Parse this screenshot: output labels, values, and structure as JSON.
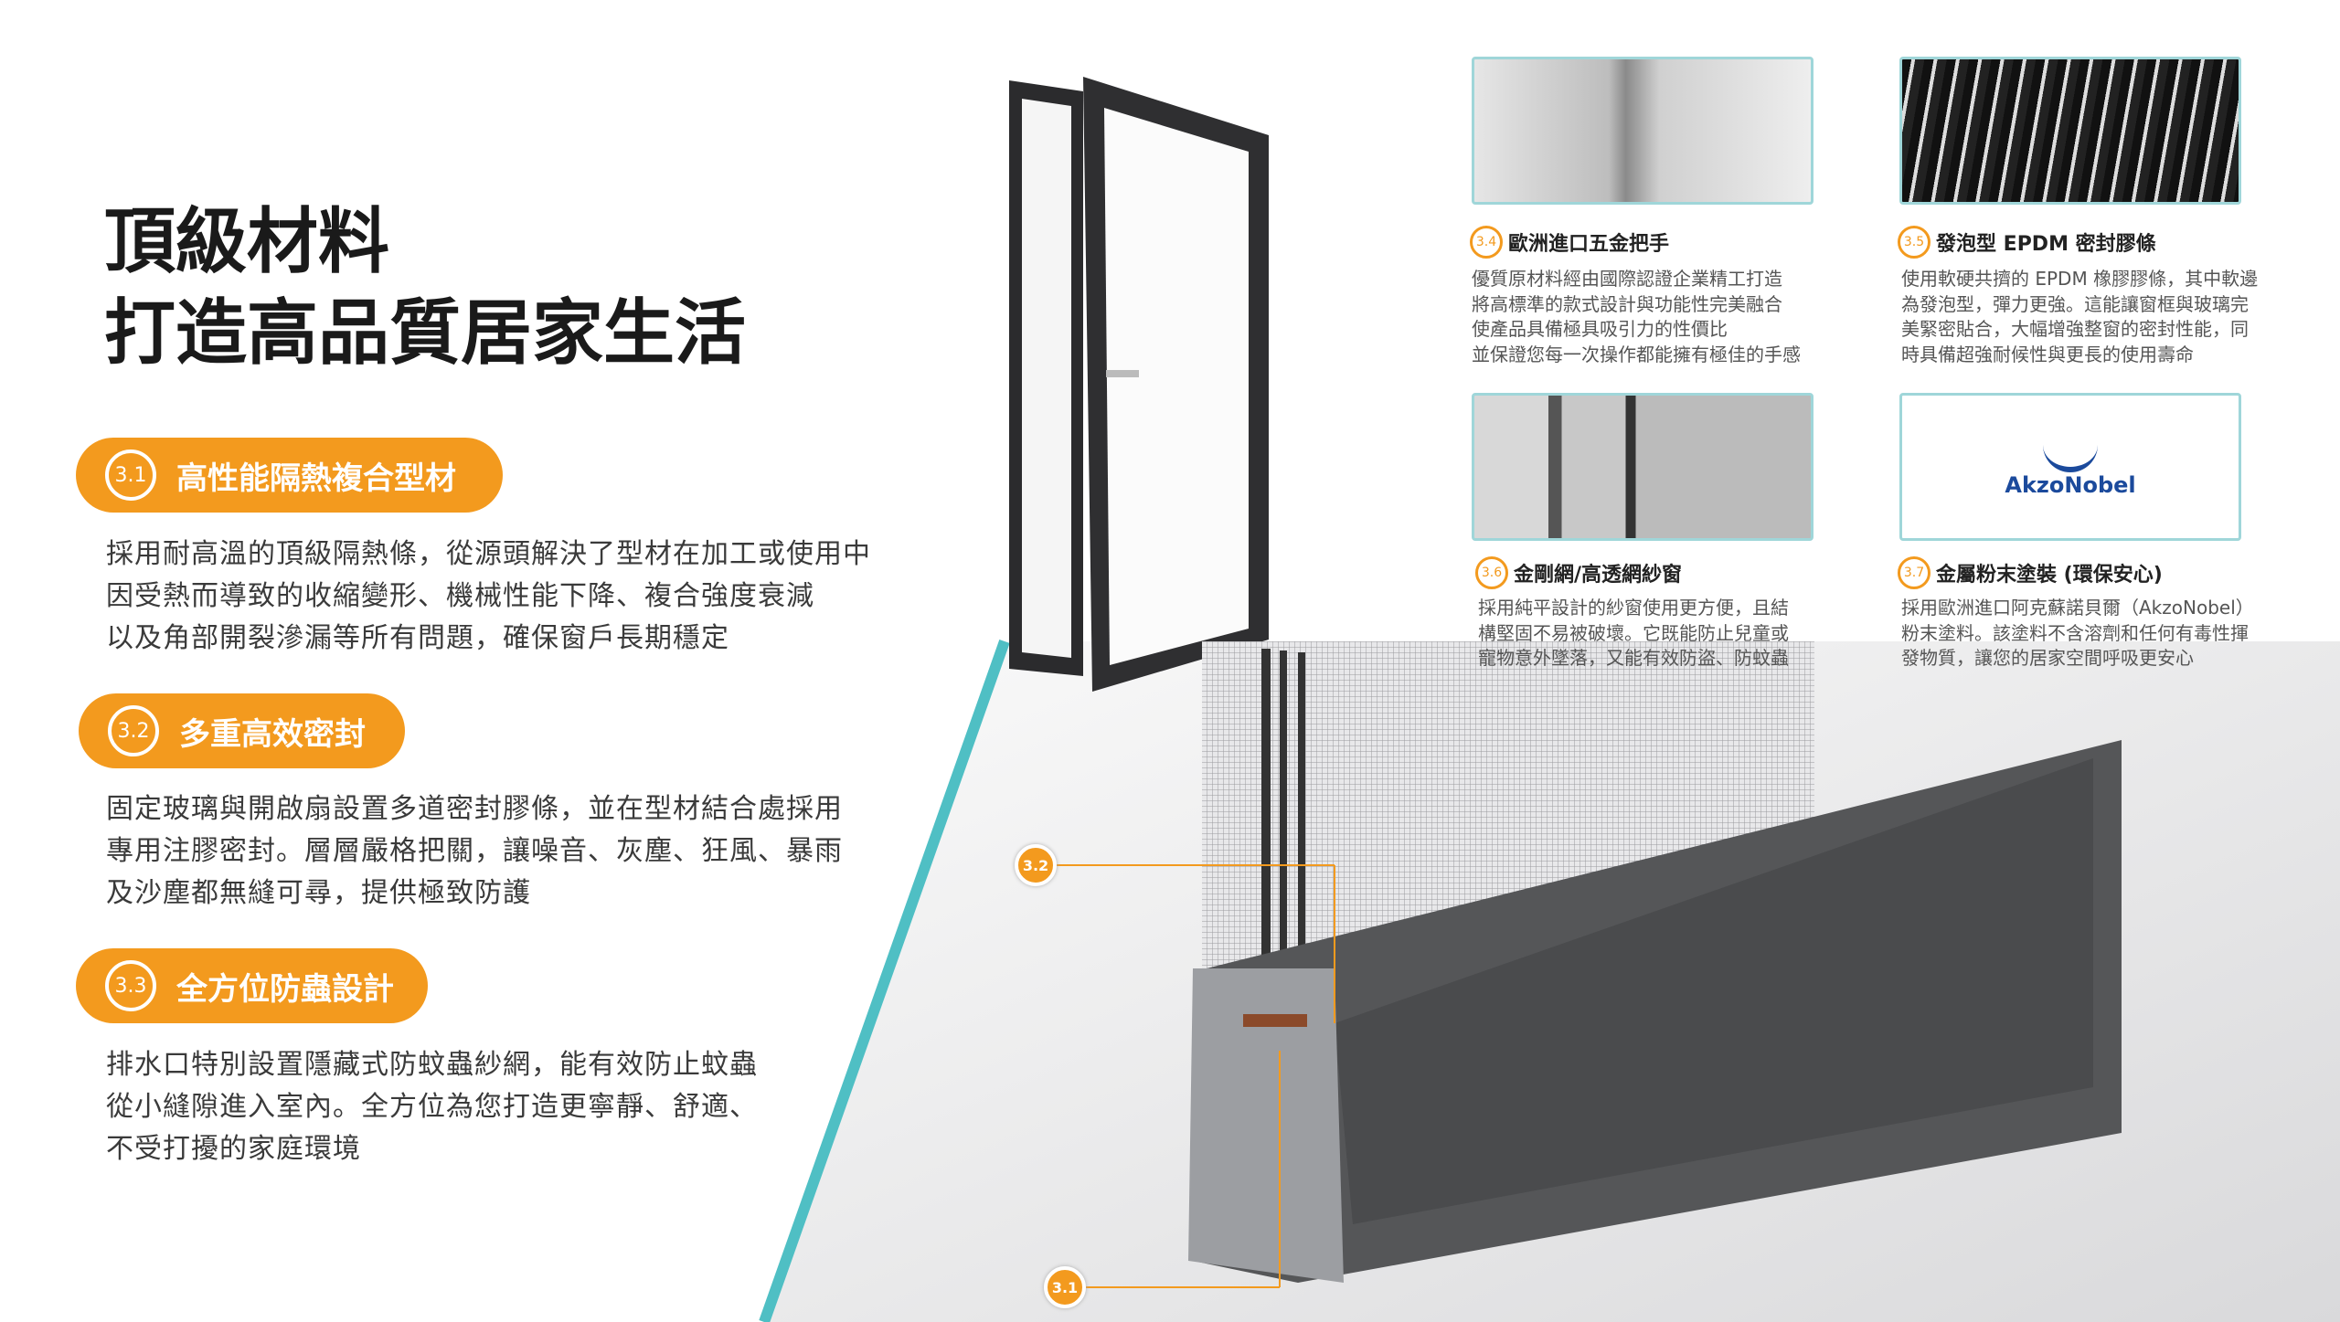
{
  "title": {
    "line1": "頂級材料",
    "line2": "打造高品質居家生活"
  },
  "features": [
    {
      "num": "3.1",
      "label": "高性能隔熱複合型材",
      "lines": [
        "採用耐高溫的頂級隔熱條，從源頭解決了型材在加工或使用中",
        "因受熱而導致的收縮變形、機械性能下降、複合強度衰減",
        "以及角部開裂滲漏等所有問題，確保窗戶長期穩定"
      ]
    },
    {
      "num": "3.2",
      "label": "多重高效密封",
      "lines": [
        "固定玻璃與開啟扇設置多道密封膠條，並在型材結合處採用",
        "專用注膠密封。層層嚴格把關，讓噪音、灰塵、狂風、暴雨",
        "及沙塵都無縫可尋，提供極致防護"
      ]
    },
    {
      "num": "3.3",
      "label": "全方位防蟲設計",
      "lines": [
        "排水口特別設置隱藏式防蚊蟲紗網，能有效防止蚊蟲",
        "從小縫隙進入室內。全方位為您打造更寧靜、舒適、",
        "不受打擾的家庭環境"
      ]
    }
  ],
  "cards": [
    {
      "num": "3.4",
      "label": "歐洲進口五金把手",
      "lines": [
        "優質原材料經由國際認證企業精工打造",
        "將高標準的款式設計與功能性完美融合",
        "使產品具備極具吸引力的性價比",
        "並保證您每一次操作都能擁有極佳的手感"
      ]
    },
    {
      "num": "3.5",
      "label": "發泡型 EPDM 密封膠條",
      "lines": [
        "使用軟硬共擠的 EPDM 橡膠膠條，其中軟邊",
        "為發泡型，彈力更強。這能讓窗框與玻璃完",
        "美緊密貼合，大幅增強整窗的密封性能，同",
        "時具備超強耐候性與更長的使用壽命"
      ]
    },
    {
      "num": "3.6",
      "label": "金剛網/高透網紗窗",
      "lines": [
        "採用純平設計的紗窗使用更方便，且結",
        "構堅固不易被破壞。它既能防止兒童或",
        "寵物意外墜落，又能有效防盜、防蚊蟲"
      ]
    },
    {
      "num": "3.7",
      "label": "金屬粉末塗裝 (環保安心)",
      "lines": [
        "採用歐洲進口阿克蘇諾貝爾（AkzoNobel）",
        "粉末塗料。該塗料不含溶劑和任何有毒性揮",
        "發物質，讓您的居家空間呼吸更安心"
      ]
    }
  ],
  "brand_logo": "AkzoNobel",
  "markers": {
    "m32": "3.2",
    "m31": "3.1"
  },
  "colors": {
    "accent": "#f39a1e",
    "teal": "#4fbfc4"
  }
}
